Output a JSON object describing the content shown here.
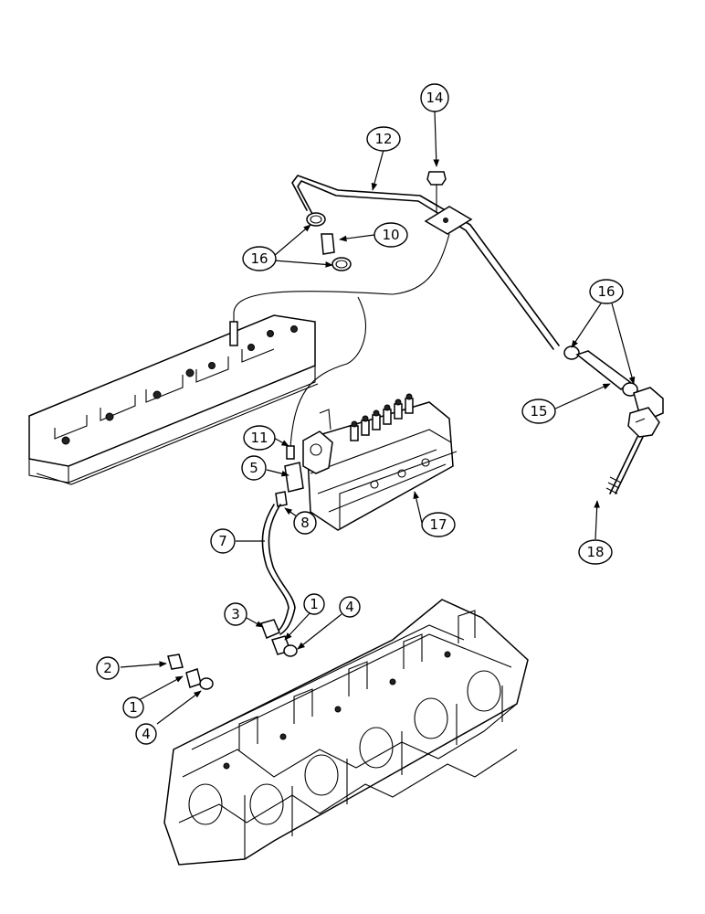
{
  "callouts": {
    "c14": "14",
    "c12": "12",
    "c10": "10",
    "c16a": "16",
    "c16b": "16",
    "c15": "15",
    "c18": "18",
    "c11": "11",
    "c5": "5",
    "c17": "17",
    "c8": "8",
    "c7": "7",
    "c3": "3",
    "c1a": "1",
    "c4a": "4",
    "c2": "2",
    "c1b": "1",
    "c4b": "4"
  }
}
